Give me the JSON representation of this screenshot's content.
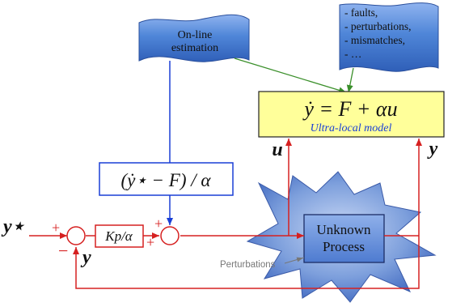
{
  "estimation_banner": {
    "line1": "On-line",
    "line2": "estimation"
  },
  "list_banner": {
    "items": [
      "- faults,",
      "- perturbations,",
      "- mismatches,",
      "- …"
    ]
  },
  "model_box": {
    "equation": "ẏ = F + αu",
    "caption": "Ultra-local model"
  },
  "labels": {
    "u_signal": "u",
    "y_signal": "y",
    "setpoint": "y⋆",
    "feedback_y": "y",
    "compensation": "(ẏ⋆ − F) / α",
    "gain": "Kp/α",
    "plus_sum1": "+",
    "minus_sum1": "−",
    "plus_sum2_top": "+",
    "plus_sum2_bottom": "+"
  },
  "process": {
    "line1": "Unknown",
    "line2": "Process"
  },
  "perturbations_label": "Perturbations",
  "colors": {
    "signal_red": "#d62020",
    "estimation_blue": "#1a3fd6",
    "green_arrow": "#3a8f2a",
    "model_fill": "#ffff9a",
    "banner_fill": "#4f86d8",
    "star_fill": "#7d9fdc"
  }
}
